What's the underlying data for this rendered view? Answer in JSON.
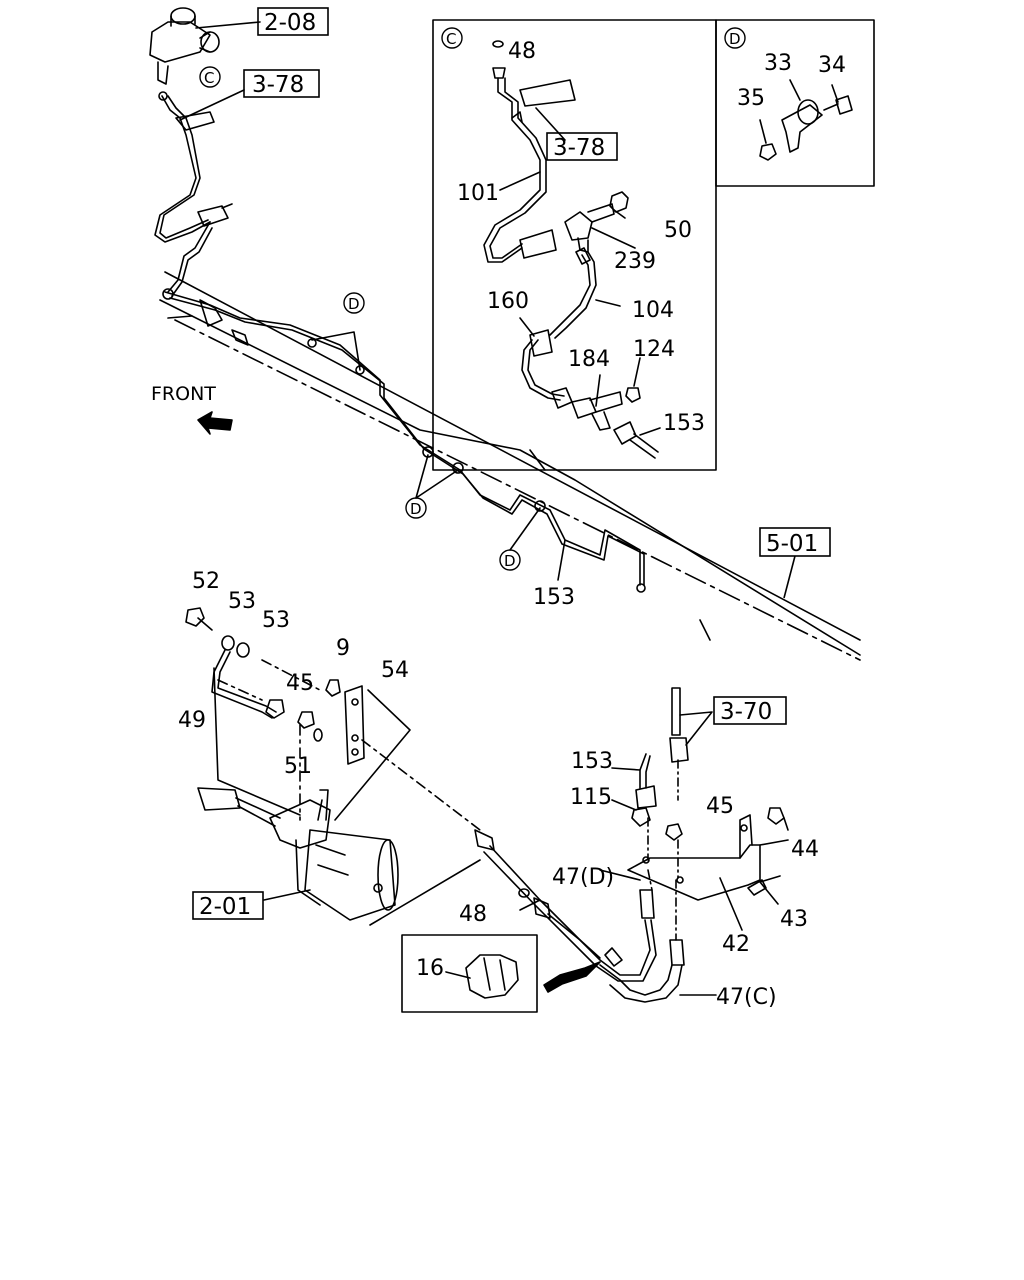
{
  "diagram": {
    "front_label": "FRONT",
    "refs": {
      "r208": "2-08",
      "r378a": "3-78",
      "r378b": "3-78",
      "r501": "5-01",
      "r370": "3-70",
      "r201": "2-01"
    },
    "detail_markers": {
      "c_main": "C",
      "c_box": "C",
      "d_box": "D",
      "d1": "D",
      "d2": "D",
      "d3": "D"
    },
    "detail_c": {
      "p48": "48",
      "p101": "101",
      "p50": "50",
      "p239": "239",
      "p160": "160",
      "p104": "104",
      "p184": "184",
      "p124": "124",
      "p153": "153"
    },
    "detail_d": {
      "p33": "33",
      "p34": "34",
      "p35": "35"
    },
    "main": {
      "p153_pipe": "153",
      "p52": "52",
      "p53a": "53",
      "p53b": "53",
      "p9": "9",
      "p54": "54",
      "p45a": "45",
      "p49": "49",
      "p51": "51",
      "p153b": "153",
      "p115": "115",
      "p45b": "45",
      "p44": "44",
      "p47d": "47(D)",
      "p48b": "48",
      "p43": "43",
      "p42": "42",
      "p16": "16",
      "p47c": "47(C)"
    }
  }
}
